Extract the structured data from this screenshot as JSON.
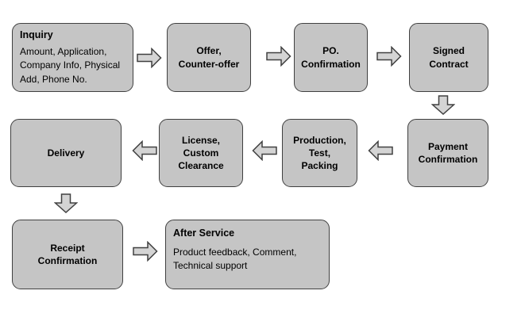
{
  "colors": {
    "background": "#ffffff",
    "box_fill": "#c5c5c5",
    "box_border": "#404040",
    "arrow_fill": "#d4d4d4",
    "arrow_border": "#404040",
    "text": "#000000"
  },
  "flowchart": {
    "steps": [
      {
        "title": "Inquiry",
        "body": "Amount, Application,\nCompany Info, Physical\nAdd, Phone No."
      },
      {
        "label": "Offer,\nCounter-offer"
      },
      {
        "label": "PO.\nConfirmation"
      },
      {
        "label": "Signed\nContract"
      },
      {
        "label": "Payment\nConfirmation"
      },
      {
        "label": "Production,\nTest,\nPacking"
      },
      {
        "label": "License,\nCustom\nClearance"
      },
      {
        "label": "Delivery"
      },
      {
        "label": "Receipt\nConfirmation"
      },
      {
        "title": "After Service",
        "body": "Product feedback, Comment,\nTechnical support"
      }
    ]
  }
}
